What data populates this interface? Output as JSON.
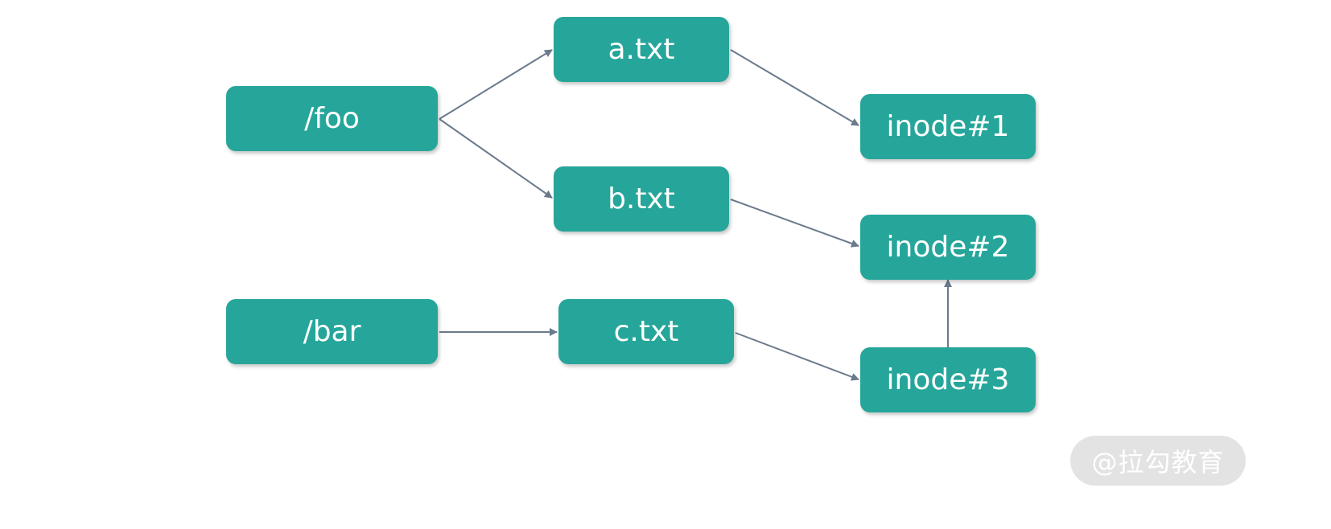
{
  "diagram": {
    "nodes": [
      {
        "id": "foo",
        "label": "/foo"
      },
      {
        "id": "a",
        "label": "a.txt"
      },
      {
        "id": "b",
        "label": "b.txt"
      },
      {
        "id": "bar",
        "label": "/bar"
      },
      {
        "id": "c",
        "label": "c.txt"
      },
      {
        "id": "inode1",
        "label": "inode#1"
      },
      {
        "id": "inode2",
        "label": "inode#2"
      },
      {
        "id": "inode3",
        "label": "inode#3"
      }
    ],
    "edges": [
      {
        "from": "foo",
        "to": "a"
      },
      {
        "from": "foo",
        "to": "b"
      },
      {
        "from": "a",
        "to": "inode1"
      },
      {
        "from": "b",
        "to": "inode2"
      },
      {
        "from": "bar",
        "to": "c"
      },
      {
        "from": "c",
        "to": "inode3"
      },
      {
        "from": "inode3",
        "to": "inode2"
      }
    ],
    "colors": {
      "node_fill": "#26a69a",
      "node_text": "#ffffff",
      "edge": "#6b7a8c",
      "watermark_fill": "#e3e3e3"
    }
  },
  "watermark": {
    "text": "@拉勾教育"
  }
}
